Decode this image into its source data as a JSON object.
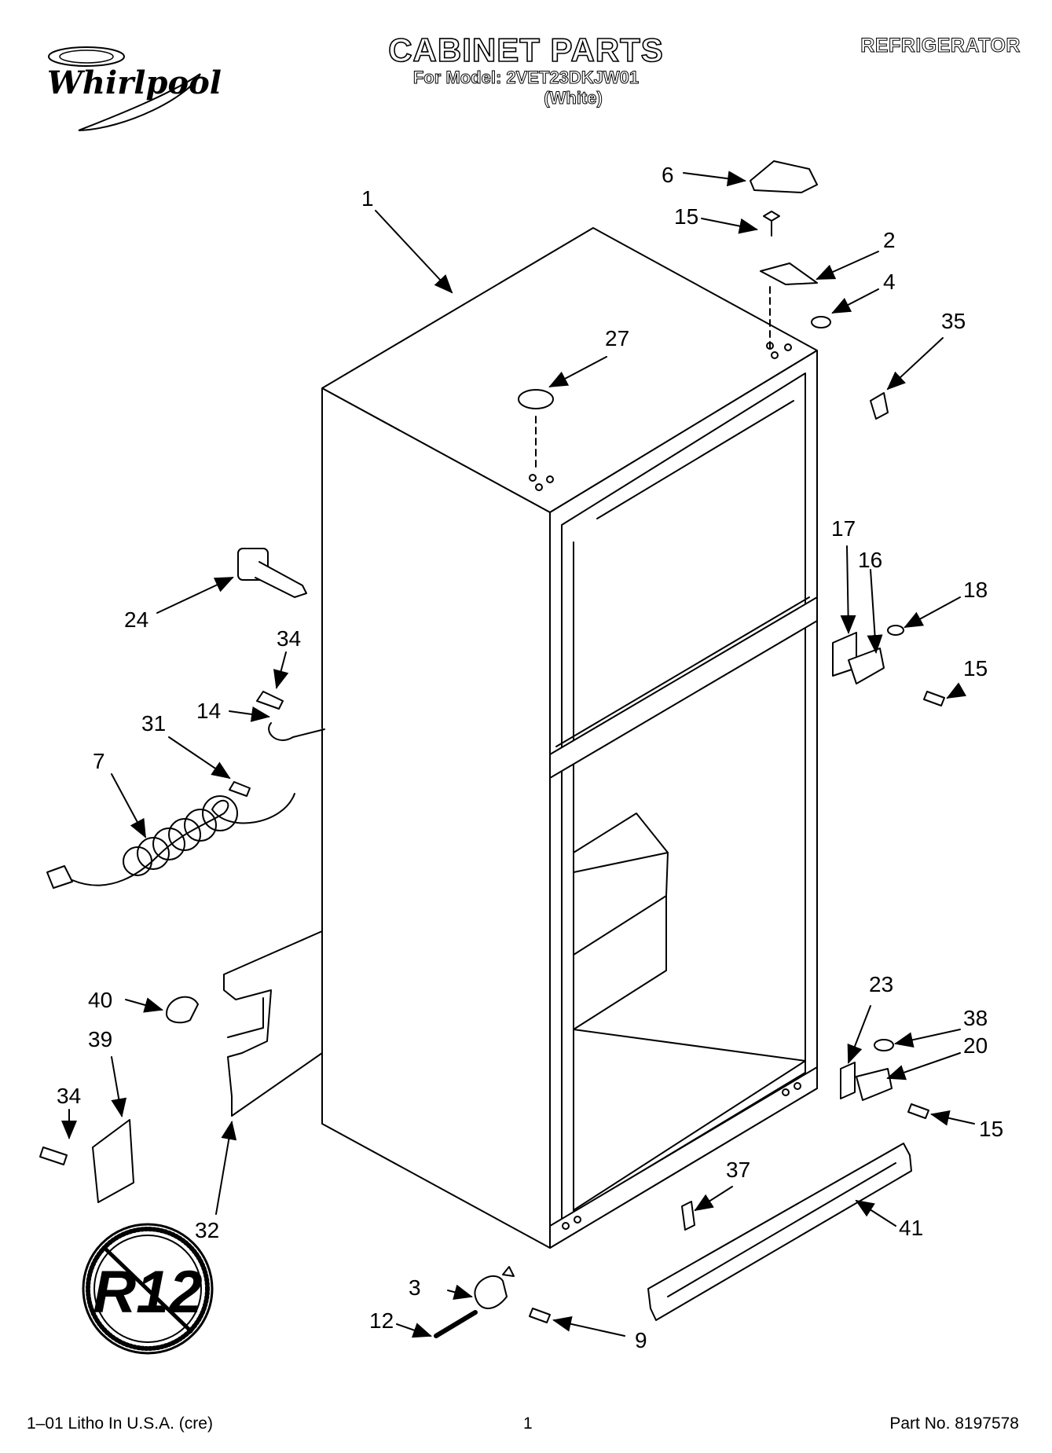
{
  "header": {
    "brand": "Whirlpool",
    "title": "CABINET PARTS",
    "model_line": "For Model: 2VET23DKJW01",
    "color_line": "(White)",
    "appliance": "REFRIGERATOR"
  },
  "callouts": [
    "1",
    "6",
    "15",
    "2",
    "4",
    "35",
    "27",
    "24",
    "34",
    "14",
    "31",
    "7",
    "17",
    "16",
    "18",
    "15",
    "40",
    "39",
    "34",
    "32",
    "23",
    "38",
    "20",
    "15",
    "37",
    "41",
    "3",
    "12",
    "9"
  ],
  "badge": "R12",
  "footer": {
    "left": "1–01 Litho In U.S.A. (cre)",
    "page": "1",
    "part_no": "Part No. 8197578"
  }
}
